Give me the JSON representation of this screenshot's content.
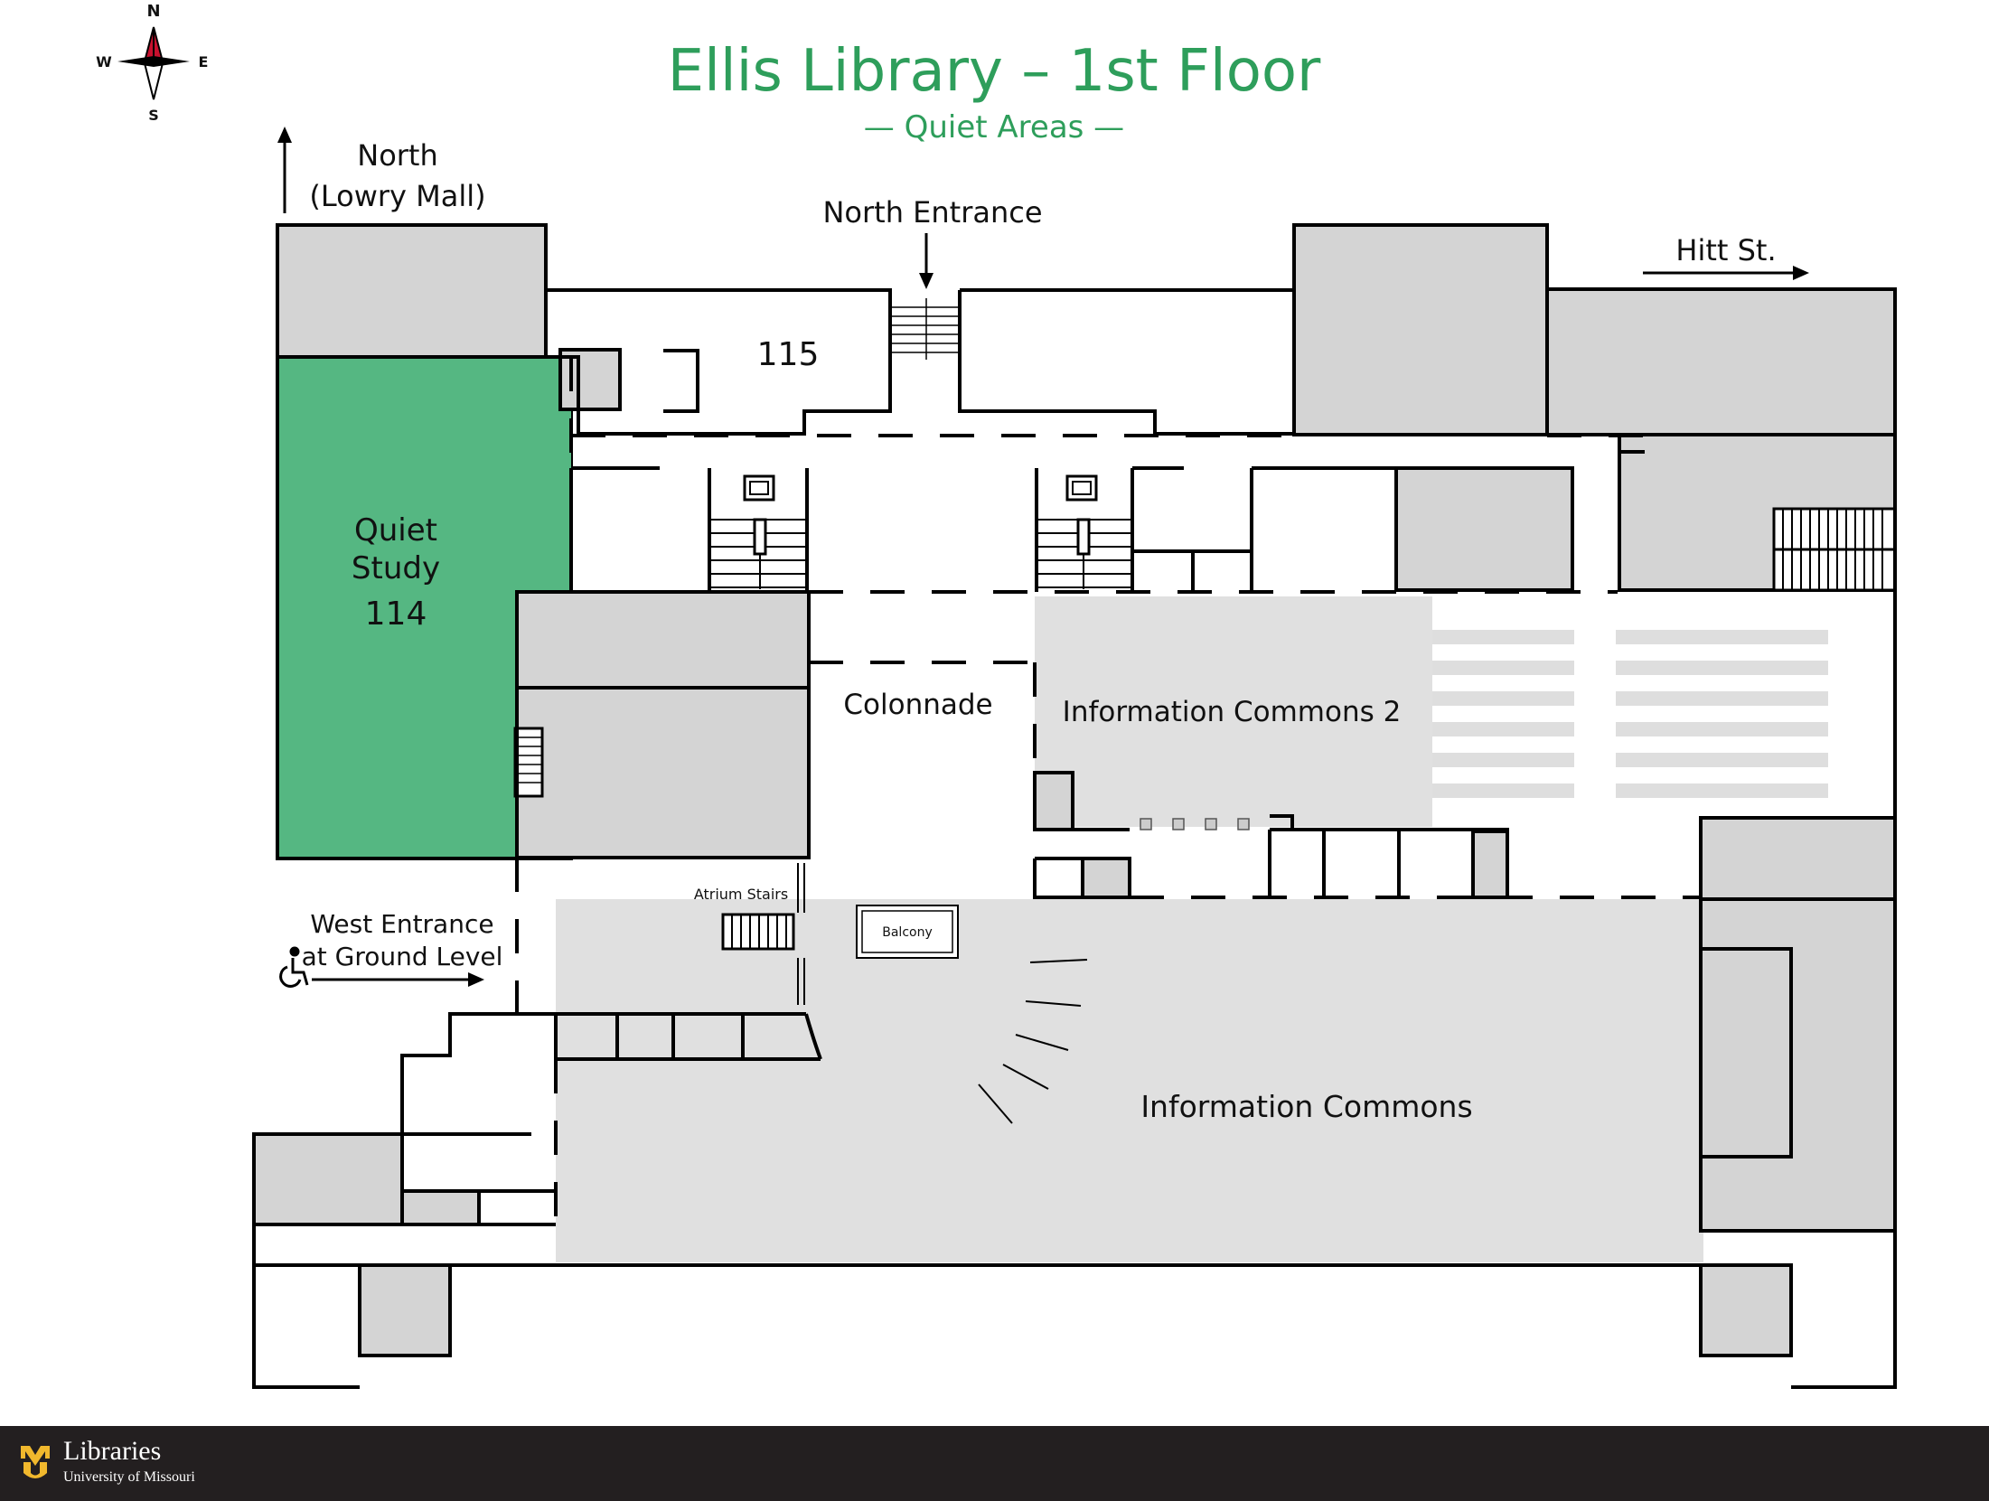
{
  "map": {
    "title": "Ellis Library – 1st Floor",
    "subtitle": "— Quiet Areas —",
    "compass": {
      "n": "N",
      "s": "S",
      "e": "E",
      "w": "W"
    },
    "labels": {
      "north_line1": "North",
      "north_line2": "(Lowry Mall)",
      "north_entrance": "North Entrance",
      "hitt_st": "Hitt St.",
      "room_115": "115",
      "quiet_line1": "Quiet",
      "quiet_line2": "Study",
      "quiet_room": "114",
      "colonnade": "Colonnade",
      "info_commons_2": "Information Commons 2",
      "atrium_stairs": "Atrium Stairs",
      "balcony": "Balcony",
      "west_line1": "West Entrance",
      "west_line2": "at Ground Level",
      "info_commons": "Information Commons"
    },
    "icons": [
      "compass-rose-icon",
      "wheelchair-accessible-icon",
      "arrow-up-icon",
      "arrow-down-icon",
      "arrow-right-icon",
      "stairs-icon"
    ],
    "colors": {
      "quiet_area": "#55b782",
      "title": "#2e9e5b",
      "room_fill": "#d4d4d4",
      "commons_fill": "#e0e0e0",
      "footer": "#231f20",
      "compass_north": "#c8102e",
      "logo_gold": "#f1b82d"
    }
  },
  "footer": {
    "name": "Libraries",
    "sub": "University of Missouri"
  }
}
